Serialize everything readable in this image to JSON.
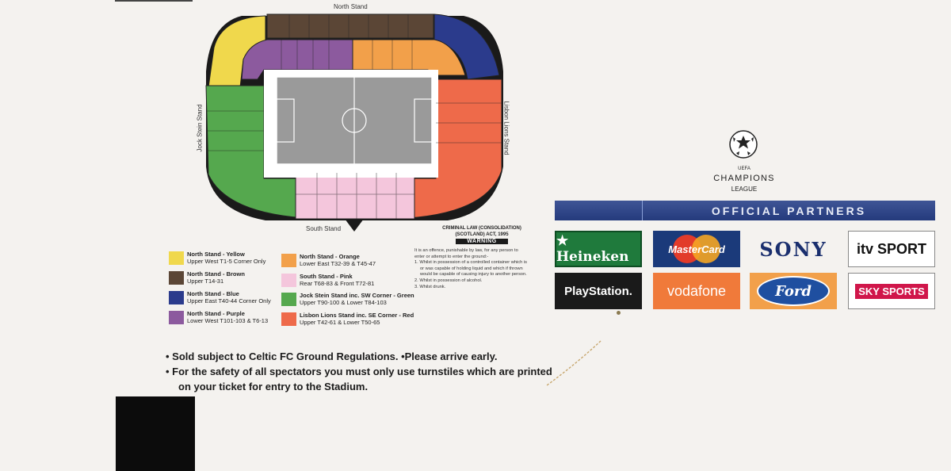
{
  "map": {
    "north_label": "North Stand",
    "south_label": "South Stand",
    "west_label": "Jock Stein Stand",
    "east_label": "Lisbon Lions Stand"
  },
  "legend": [
    {
      "title": "North Stand - Yellow",
      "desc": "Upper West T1-5 Corner Only",
      "color": "#f0d84c"
    },
    {
      "title": "North Stand - Brown",
      "desc": "Upper T14-31",
      "color": "#5b4636"
    },
    {
      "title": "North Stand - Blue",
      "desc": "Upper East T40-44 Corner Only",
      "color": "#2b3b8c"
    },
    {
      "title": "North Stand - Purple",
      "desc": "Lower West T101-103 & T6-13",
      "color": "#8c5a9e"
    },
    {
      "title": "North Stand - Orange",
      "desc": "Lower East T32-39 & T45-47",
      "color": "#f2a04a"
    },
    {
      "title": "South Stand - Pink",
      "desc": "Rear T68-83 & Front T72-81",
      "color": "#f4c6dc"
    },
    {
      "title": "Jock Stein Stand inc. SW Corner - Green",
      "desc": "Upper T90-100 & Lower T84-103",
      "color": "#55a84e"
    },
    {
      "title": "Lisbon Lions Stand inc. SE Corner - Red",
      "desc": "Upper T42-61 & Lower T50-65",
      "color": "#ee6a4a"
    }
  ],
  "law": {
    "title1": "CRIMINAL LAW (CONSOLIDATION)",
    "title2": "(SCOTLAND) ACT, 1995",
    "warning": "WARNING",
    "lines": [
      "It is an offence, punishable by law, for any person to",
      "enter or attempt to enter the ground:-",
      "1. Whilst in possession of a controlled container which is",
      "    or was capable of holding liquid and which if thrown",
      "    would be capable of causing injury to another person.",
      "2. Whilst in possession of alcohol.",
      "3. Whilst drunk."
    ]
  },
  "notes": {
    "line1": "• Sold subject to Celtic FC Ground Regulations. •Please arrive early.",
    "line2": "• For the safety of all spectators you must only use turnstiles which are printed",
    "line3": "on your ticket for entry to the Stadium."
  },
  "ucl": {
    "uefa": "UEFA",
    "name": "CHAMPIONS",
    "league": "LEAGUE",
    "icon": "starball-icon"
  },
  "partners": {
    "heading": "OFFICIAL PARTNERS",
    "logos": [
      {
        "id": "heineken",
        "text": "★ Heineken",
        "bg": "#1f7a3c",
        "fg": "#ffffff"
      },
      {
        "id": "mastercard",
        "text": "MasterCard",
        "bg": "#1b3a7a",
        "fg": "#ffffff"
      },
      {
        "id": "sony",
        "text": "SONY",
        "bg": "#f4f2ef",
        "fg": "#1a2f6e"
      },
      {
        "id": "itv",
        "text": "itv SPORT",
        "bg": "#ffffff",
        "fg": "#111111"
      },
      {
        "id": "playstation",
        "text": "PlayStation.",
        "bg": "#1a1a1a",
        "fg": "#ffffff"
      },
      {
        "id": "vodafone",
        "text": "vodafone",
        "bg": "#f07a3a",
        "fg": "#ffffff"
      },
      {
        "id": "ford",
        "text": "Ford",
        "bg": "#f2a04a",
        "fg": "#ffffff"
      },
      {
        "id": "sky",
        "text": "SKY SPORTS",
        "bg": "#ffffff",
        "fg": "#d0164a"
      }
    ]
  }
}
